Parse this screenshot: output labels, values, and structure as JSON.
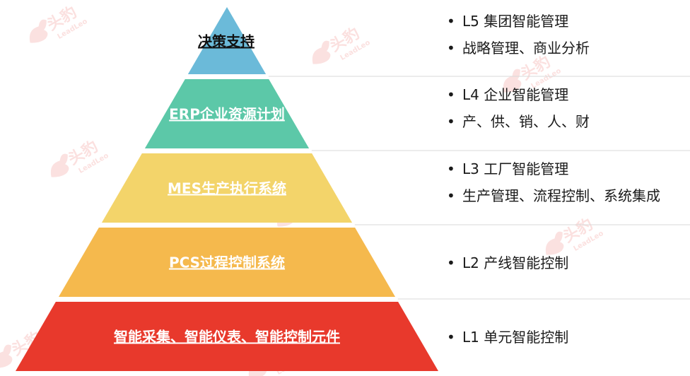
{
  "diagram": {
    "layers": [
      {
        "level": 5,
        "label": "决策支持",
        "color": "#6bbad9",
        "text_color": "#111111"
      },
      {
        "level": 4,
        "label": "ERP企业资源计划",
        "color": "#5cc8a8",
        "text_color": "#ffffff"
      },
      {
        "level": 3,
        "label": "MES生产执行系统",
        "color": "#f3d46a",
        "text_color": "#ffffff"
      },
      {
        "level": 2,
        "label": "PCS过程控制系统",
        "color": "#f5b94d",
        "text_color": "#ffffff"
      },
      {
        "level": 1,
        "label": "智能采集、智能仪表、智能控制元件",
        "color": "#e8392c",
        "text_color": "#ffffff"
      }
    ],
    "bullet_groups": [
      {
        "items": [
          "L5 集团智能管理",
          "战略管理、商业分析"
        ]
      },
      {
        "items": [
          "L4 企业智能管理",
          "产、供、销、人、财"
        ]
      },
      {
        "items": [
          "L3 工厂智能管理",
          "生产管理、流程控制、系统集成"
        ]
      },
      {
        "items": [
          "L2 产线智能控制"
        ]
      },
      {
        "items": [
          "L1 单元智能控制"
        ]
      }
    ],
    "bullet_symbol": "•",
    "divider_color": "#d9d9d9"
  },
  "watermark": {
    "brand_cn": "头豹",
    "brand_en": "LeadLeo",
    "color": "#e8463c"
  }
}
